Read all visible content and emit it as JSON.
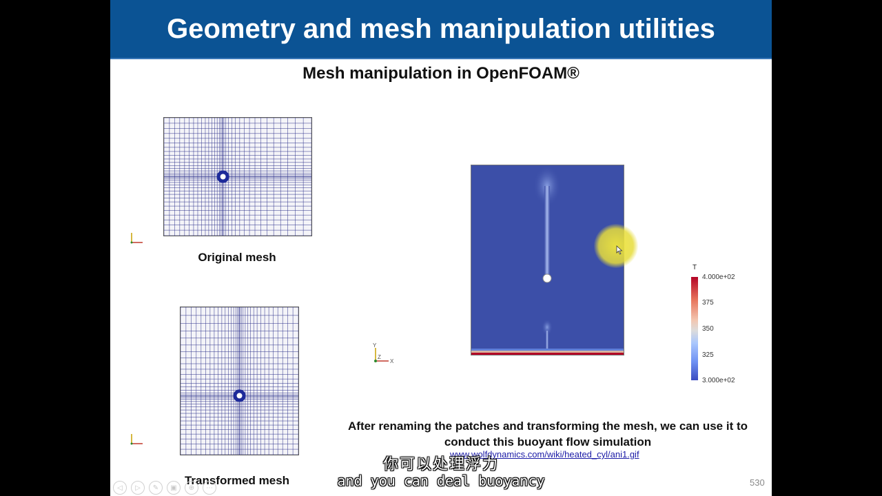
{
  "slide": {
    "title": "Geometry and mesh manipulation utilities",
    "subtitle": "Mesh manipulation in OpenFOAM®",
    "original_mesh_caption": "Original mesh",
    "transformed_mesh_caption": "Transformed mesh",
    "description": "After renaming the patches and transforming the mesh, we can use it to conduct this buoyant flow simulation",
    "link_text": "www.wolfdynamics.com/wiki/heated_cyl/ani1.gif",
    "page_number": "530"
  },
  "colorbar": {
    "variable": "T",
    "labels": [
      "4.000e+02",
      "375",
      "350",
      "325",
      "3.000e+02"
    ],
    "colors": [
      "#b40426",
      "#f3c7b1",
      "#dcdcdc",
      "#3b4cc0"
    ]
  },
  "axes": {
    "y_label": "Y",
    "z_label": "Z",
    "x_label": "X"
  },
  "subtitles": {
    "chinese": "你可以处理浮力",
    "english": "and you can deal buoyancy"
  },
  "colors": {
    "title_bar": "#0b5394",
    "mesh_lines": "#2b2f8a",
    "simulation_background": "#3c4fa8"
  }
}
